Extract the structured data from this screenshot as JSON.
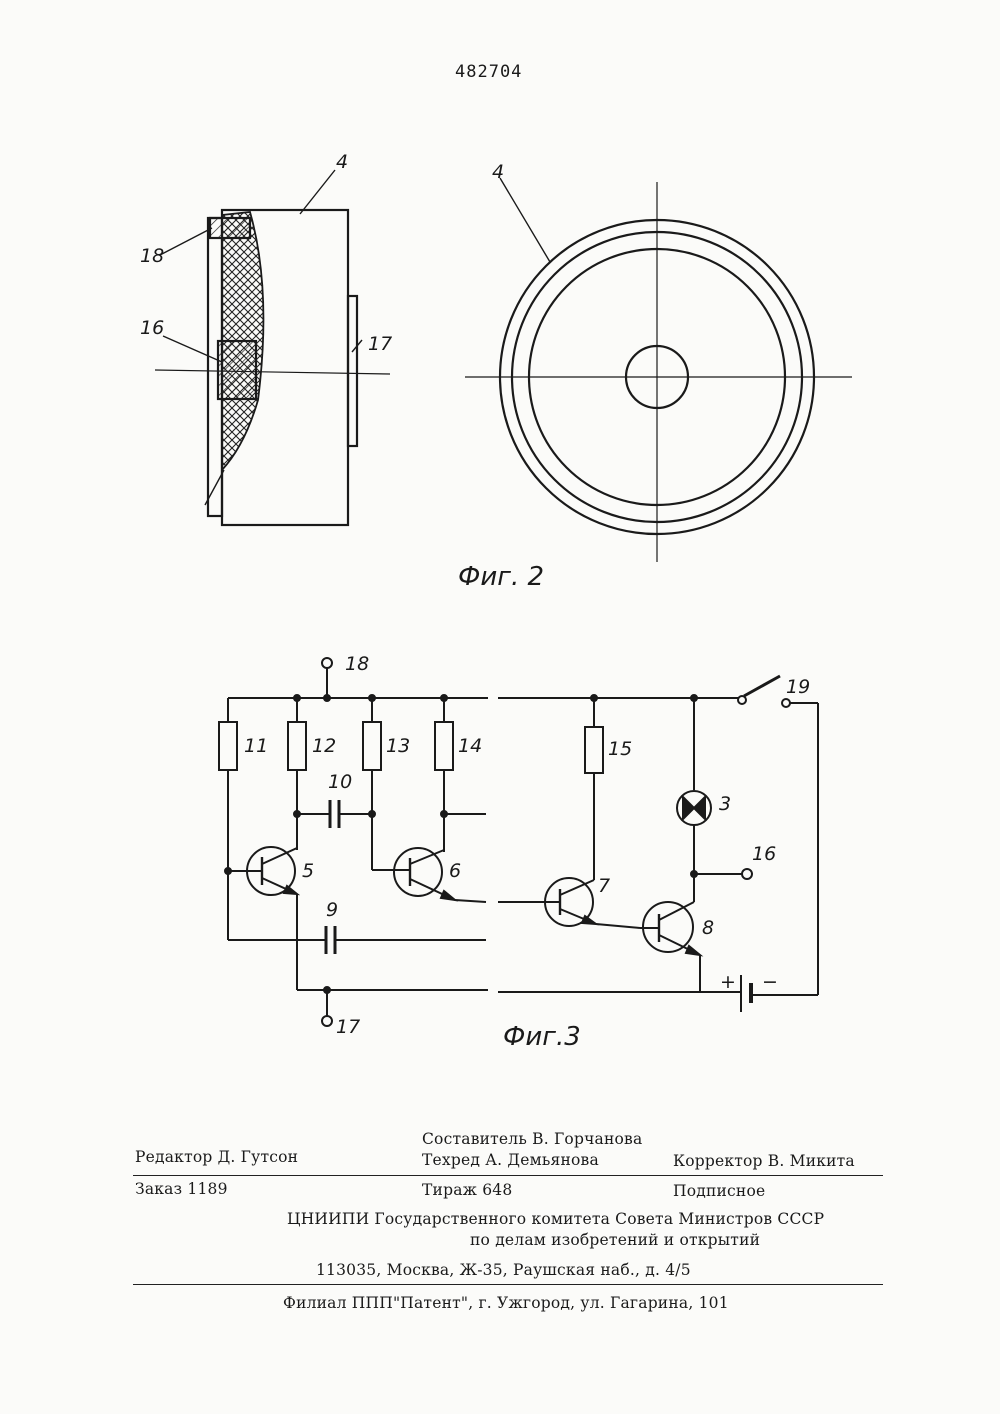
{
  "page_number": "482704",
  "figures": {
    "fig2": {
      "caption": "Фиг. 2",
      "labels": {
        "body": "4",
        "top_part": "18",
        "center_part": "16",
        "right_part": "17",
        "round_view": "4"
      }
    },
    "fig3": {
      "caption": "Фиг.3",
      "terminals": {
        "top": "18",
        "bottom": "17",
        "collector_out": "16",
        "switch": "19"
      },
      "resistors": [
        "11",
        "12",
        "13",
        "14",
        "15"
      ],
      "capacitors": [
        "10",
        "9"
      ],
      "transistors": [
        "5",
        "6",
        "7",
        "8"
      ],
      "lamp": "3",
      "battery_plus": "+",
      "battery_minus": "−"
    }
  },
  "colophon": {
    "composer": "Составитель В. Горчанова",
    "editor": "Редактор Д. Гутсон",
    "tech_editor": "Техред А. Демьянова",
    "corrector": "Корректор В. Микита",
    "order": "Заказ 1189",
    "circulation": "Тираж 648",
    "subscription": "Подписное",
    "org_line1": "ЦНИИПИ Государственного комитета Совета Министров СССР",
    "org_line2": "по делам изобретений и открытий",
    "address": "113035, Москва, Ж-35, Раушская наб., д. 4/5",
    "branch": "Филиал ППП\"Патент\", г. Ужгород, ул. Гагарина, 101"
  }
}
